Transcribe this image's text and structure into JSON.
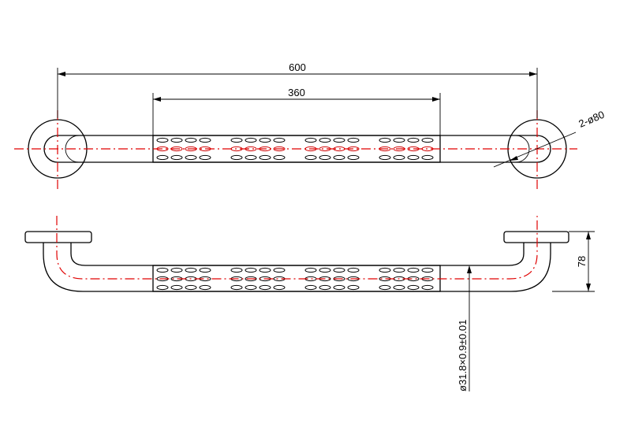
{
  "title": "",
  "dimensions": {
    "overall_length": "600",
    "grip_length": "360",
    "flange_spec": "2-ø80",
    "projection": "78",
    "tube_spec": "ø31.8×0.9±0.01"
  },
  "colors": {
    "outline": "#000000",
    "centerline": "#e00000"
  }
}
